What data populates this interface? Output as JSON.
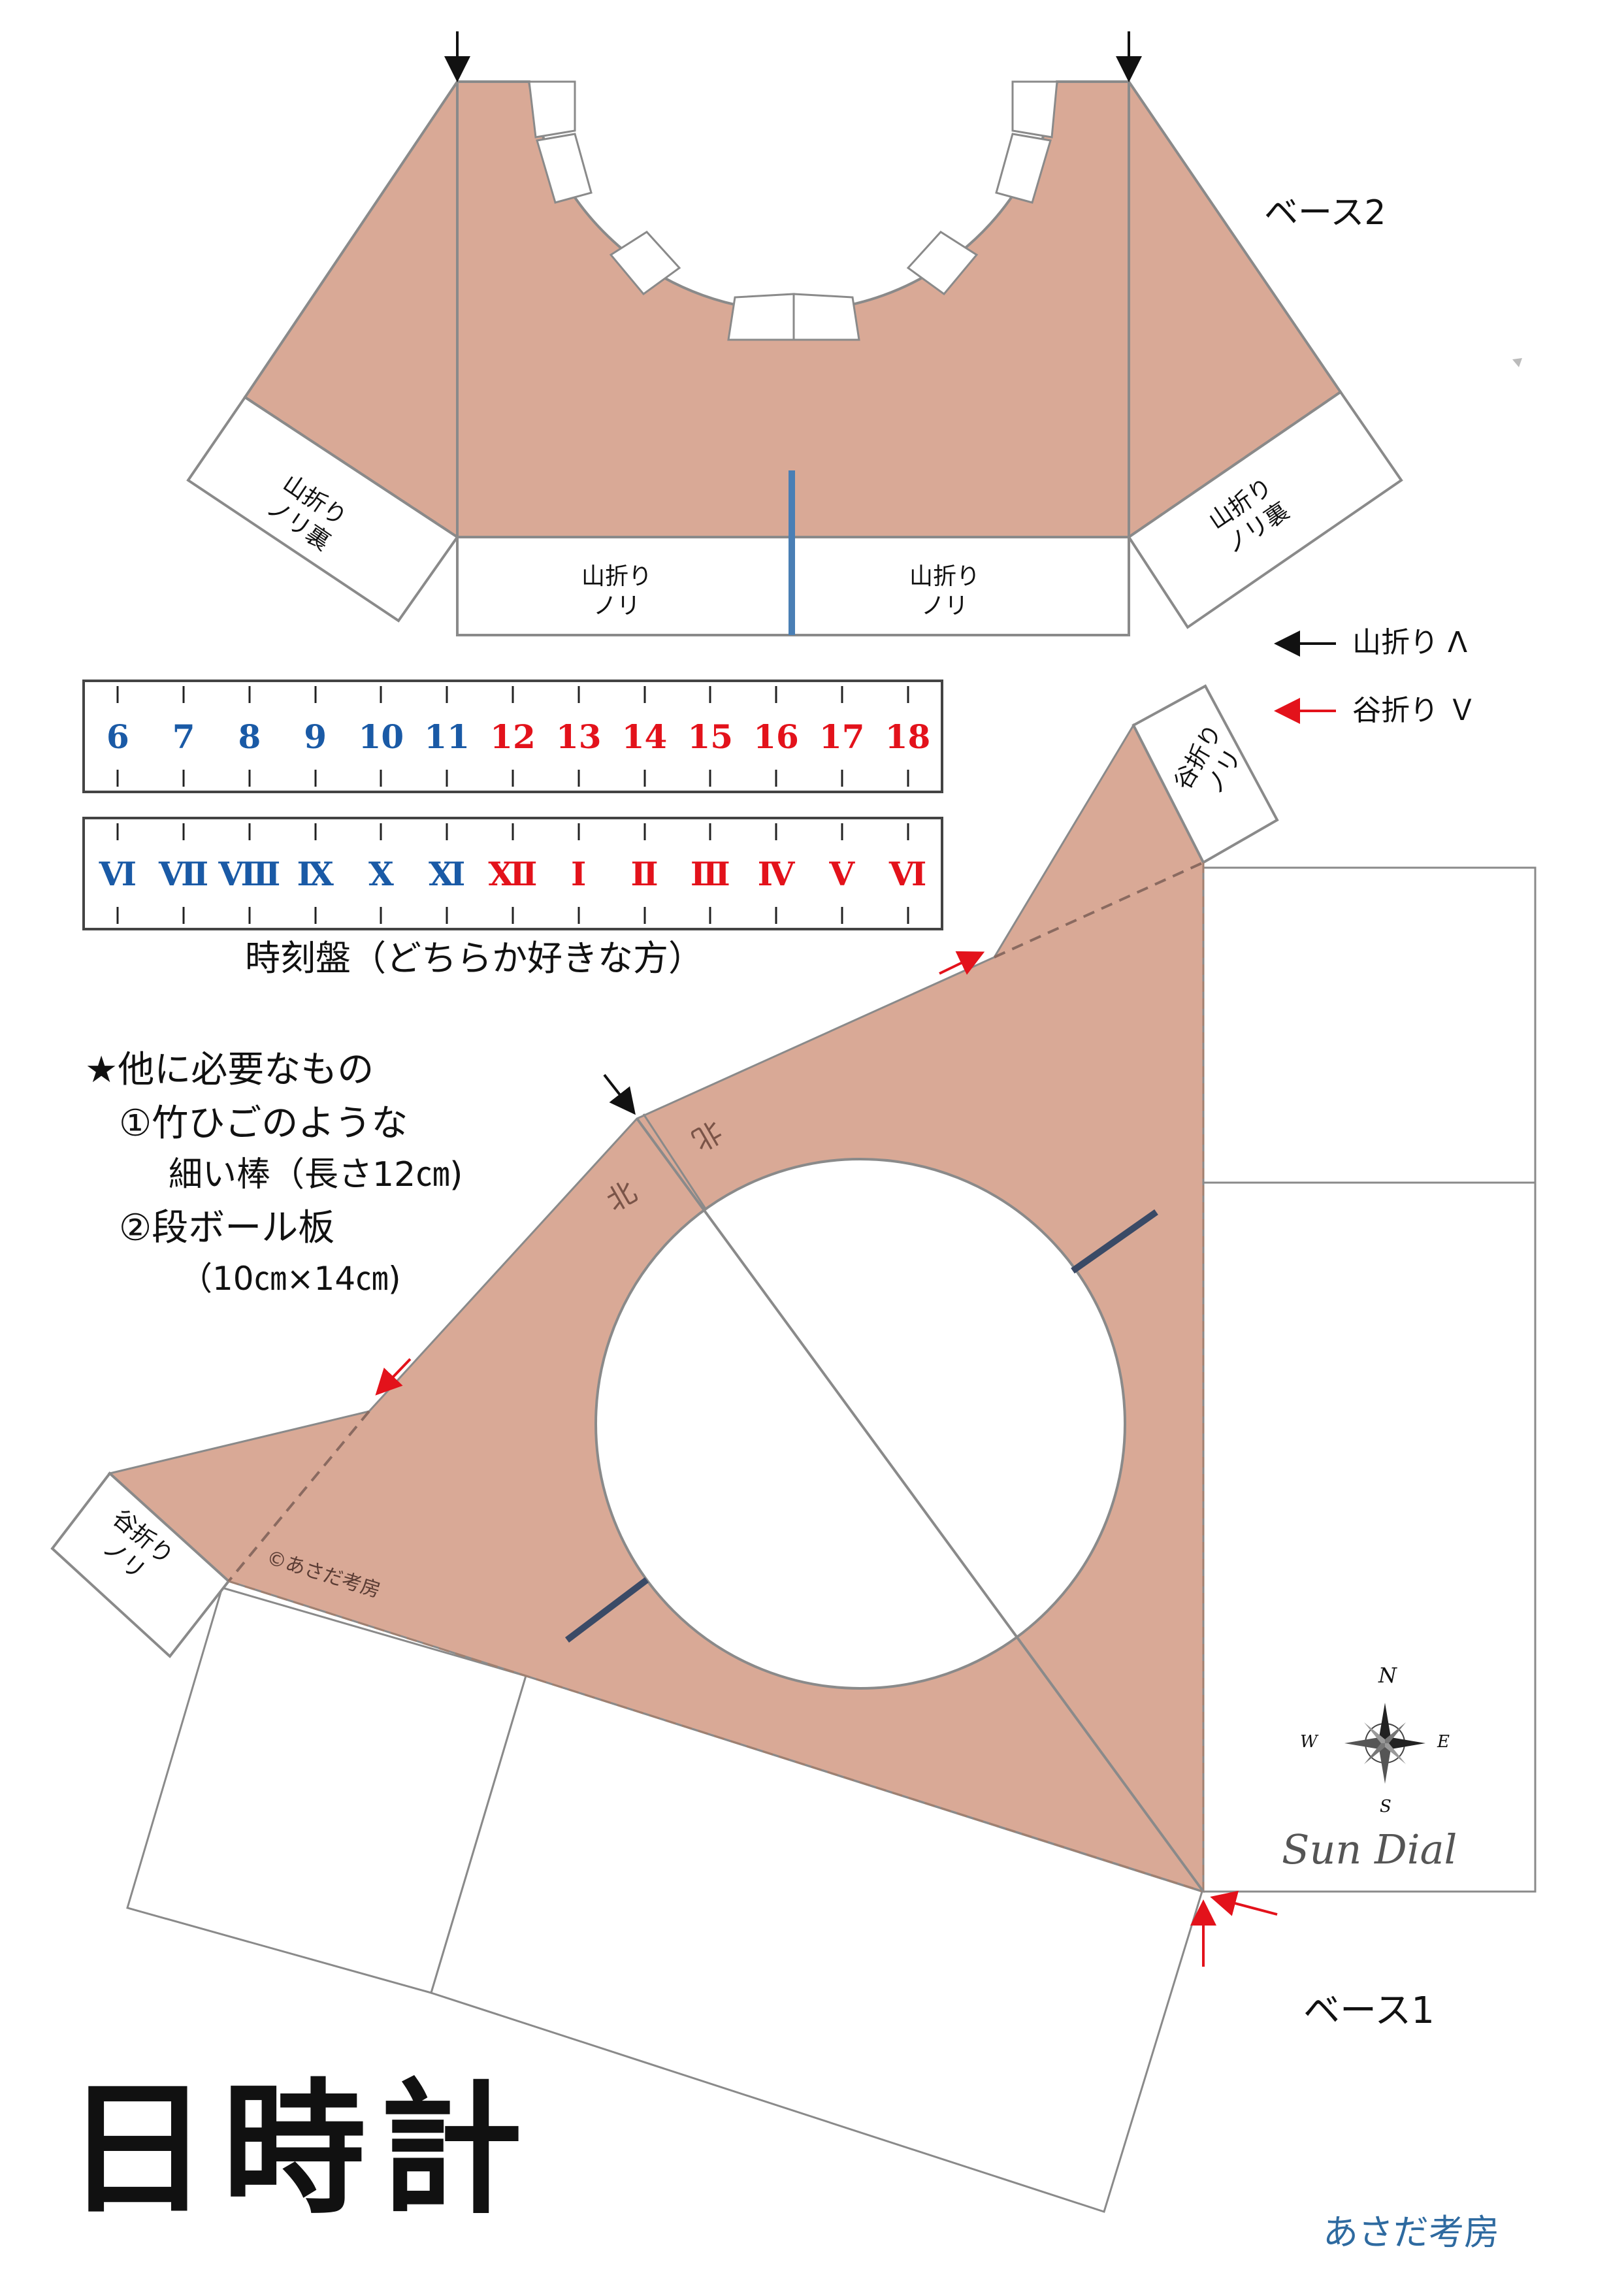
{
  "title": "日時計",
  "author": "あさだ考房",
  "copyright": "©あさだ考房",
  "base2": {
    "label": "ベース2",
    "tab_left": "山折り\nノリ裏",
    "tab_right": "山折り\nノリ裏",
    "bottom_tab_left": "山折り\nノリ",
    "bottom_tab_right": "山折り\nノリ"
  },
  "base1": {
    "label": "ベース1",
    "tab_top": "谷折り\nノリ",
    "tab_left": "谷折り\nノリ",
    "north_a": "北",
    "north_b": "北"
  },
  "legend": {
    "mountain_fold": "山折り Λ",
    "valley_fold": "谷折り Ｖ",
    "mountain_color": "#111111",
    "valley_color": "#e3121b"
  },
  "dial_caption": "時刻盤（どちらか好きな方）",
  "dial_arabic": [
    {
      "text": "6",
      "tone": "blue"
    },
    {
      "text": "7",
      "tone": "blue"
    },
    {
      "text": "8",
      "tone": "blue"
    },
    {
      "text": "9",
      "tone": "blue"
    },
    {
      "text": "10",
      "tone": "blue"
    },
    {
      "text": "11",
      "tone": "blue"
    },
    {
      "text": "12",
      "tone": "red"
    },
    {
      "text": "13",
      "tone": "red"
    },
    {
      "text": "14",
      "tone": "red"
    },
    {
      "text": "15",
      "tone": "red"
    },
    {
      "text": "16",
      "tone": "red"
    },
    {
      "text": "17",
      "tone": "red"
    },
    {
      "text": "18",
      "tone": "red"
    }
  ],
  "dial_roman": [
    {
      "text": "Ⅵ",
      "tone": "blue"
    },
    {
      "text": "Ⅶ",
      "tone": "blue"
    },
    {
      "text": "Ⅷ",
      "tone": "blue"
    },
    {
      "text": "Ⅸ",
      "tone": "blue"
    },
    {
      "text": "Ⅹ",
      "tone": "blue"
    },
    {
      "text": "Ⅺ",
      "tone": "blue"
    },
    {
      "text": "Ⅻ",
      "tone": "red"
    },
    {
      "text": "Ⅰ",
      "tone": "red"
    },
    {
      "text": "Ⅱ",
      "tone": "red"
    },
    {
      "text": "Ⅲ",
      "tone": "red"
    },
    {
      "text": "Ⅳ",
      "tone": "red"
    },
    {
      "text": "Ⅴ",
      "tone": "red"
    },
    {
      "text": "Ⅵ",
      "tone": "red"
    }
  ],
  "needs": {
    "heading": "★他に必要なもの",
    "item1_a": "①竹ひごのような",
    "item1_b": "細い棒（長さ12㎝)",
    "item2_a": "②段ボール板",
    "item2_b": "（10㎝×14㎝)"
  },
  "compass": {
    "n": "N",
    "e": "E",
    "s": "S",
    "w": "W",
    "caption": "Sun Dial"
  },
  "colors": {
    "part_fill": "#d9a996",
    "outline": "#8a8a8a",
    "gnomon_mark": "#3a4a66",
    "center_mark": "#4a7fb5",
    "blue_numbers": "#1a5aa6",
    "red_numbers": "#e3121b",
    "author_blue": "#2e6aa0"
  }
}
